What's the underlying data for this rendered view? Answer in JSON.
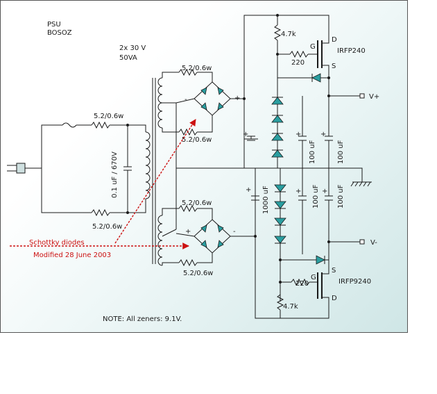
{
  "title_lines": [
    "PSU",
    "BOSOZ"
  ],
  "transformer": {
    "spec": "2x 30 V",
    "rating": "50VA"
  },
  "resistors": {
    "r_sec_top_a": "5.2/0.6w",
    "r_sec_top_b": "5.2/0.6w",
    "r_sec_bot_a": "5.2/0.6w",
    "r_sec_bot_b": "5.2/0.6w",
    "r_pri_top": "5.2/0.6w",
    "r_pri_bot": "5.2/0.6w",
    "gate_top": "220",
    "gate_bot": "220",
    "div_top": "4.7k",
    "div_bot": "4.7k"
  },
  "capacitors": {
    "primary_snubber": "0.1 uF / 670V",
    "top_c1": "100 uF",
    "top_c2": "100 uF",
    "bot_c1": "1000 uF",
    "bot_c2": "100 uF",
    "bot_c3": "100 uF"
  },
  "mosfets": {
    "top": {
      "name": "IRFP240",
      "pins": {
        "d": "D",
        "g": "G",
        "s": "S"
      }
    },
    "bot": {
      "name": "IRFP9240",
      "pins": {
        "d": "D",
        "g": "G",
        "s": "S"
      }
    }
  },
  "outputs": {
    "pos": "V+",
    "neg": "V-"
  },
  "polarity": {
    "top_minus": "-",
    "top_plus": "+",
    "bot_plus": "+",
    "bot_minus": "-"
  },
  "annotations": {
    "schottky": "Schottky diodes",
    "modified": "Modified 28 June 2003"
  },
  "note": "NOTE: All zeners: 9.1V.",
  "colors": {
    "annotation": "#cc1111",
    "diode": "#2a9ea0",
    "wire": "#1a1a1a"
  }
}
